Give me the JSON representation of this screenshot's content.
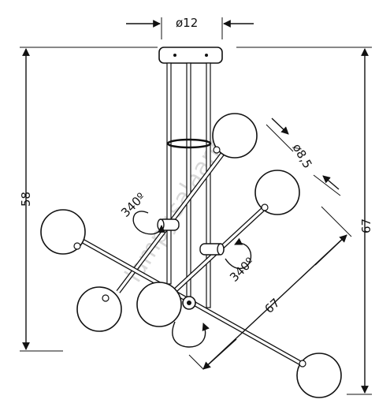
{
  "dimensions": {
    "top_diameter": "ø12",
    "globe_diameter": "ø8,5",
    "height_body": "58",
    "height_total": "67",
    "arm_span": "67",
    "rotation_left": "340º",
    "rotation_right": "340º"
  },
  "watermark": "lampy.salaans.fr",
  "colors": {
    "ink": "#111111",
    "background": "#ffffff",
    "watermark": "#d8d8d8"
  }
}
